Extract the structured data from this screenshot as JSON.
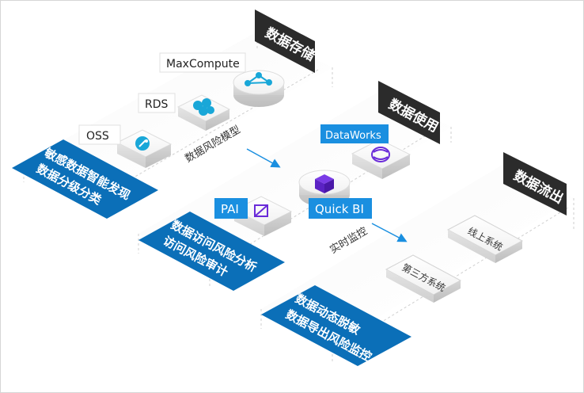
{
  "stages": {
    "storage": "数据存储",
    "usage": "数据使用",
    "outflow": "数据流出"
  },
  "products": {
    "maxcompute": "MaxCompute",
    "rds": "RDS",
    "oss": "OSS",
    "dataworks": "DataWorks",
    "pai": "PAI",
    "quickbi": "Quick BI"
  },
  "systems": {
    "online": "线上系统",
    "third_party": "第三方系统"
  },
  "flows": {
    "risk_model": "数据风险模型",
    "realtime_monitor": "实时监控"
  },
  "banners": {
    "b1_line1": "敏感数据智能发现",
    "b1_line2": "数据分级分类",
    "b2_line1": "数据访问风险分析",
    "b2_line2": "访问风险审计",
    "b3_line1": "数据动态脱敏",
    "b3_line2": "数据导出风险监控"
  },
  "colors": {
    "banner_blue": "#0b6fb8",
    "label_blue": "#1a8fe0",
    "stage_dark": "#2b2b2b",
    "icon_cyan": "#19a7d8",
    "icon_purple": "#6a2bd9",
    "dashed_line": "#cfcfcf"
  }
}
